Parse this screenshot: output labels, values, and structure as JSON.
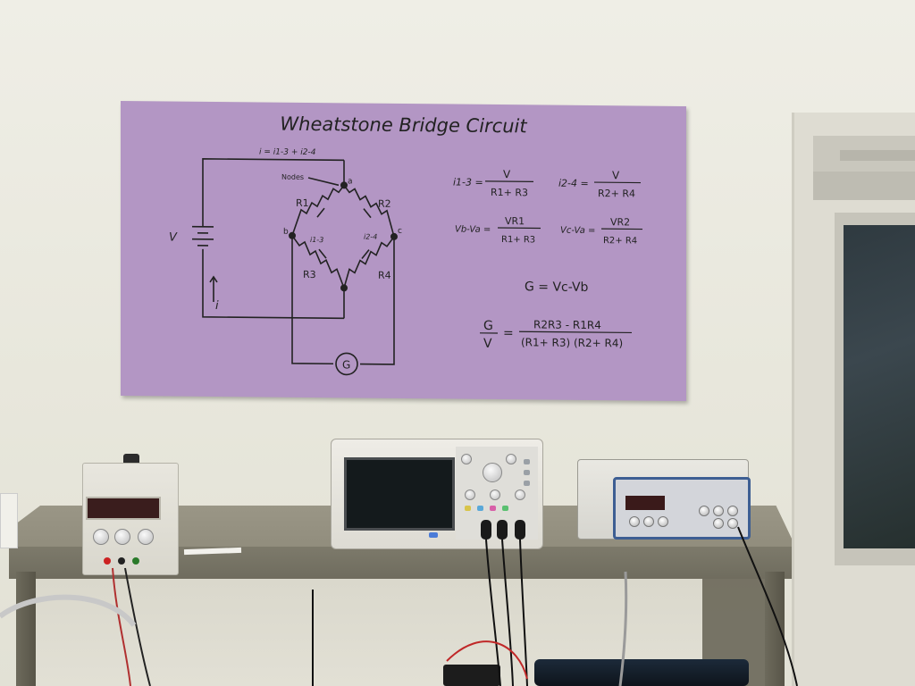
{
  "poster": {
    "title": "Wheatstone Bridge Circuit",
    "current_eq": "i = i1-3 + i2-4",
    "nodes_label": "Nodes",
    "node_a": "a",
    "node_b": "b",
    "node_c": "c",
    "source_label": "V",
    "current_label": "i",
    "galvanometer_label": "G",
    "resistors": [
      "R1",
      "R2",
      "R3",
      "R4"
    ],
    "branch_currents": [
      "i1-3",
      "i2-4"
    ],
    "eq_i13_lhs": "i1-3 =",
    "eq_i13_num": "V",
    "eq_i13_den": "R1+ R3",
    "eq_i24_lhs": "i2-4 =",
    "eq_i24_num": "V",
    "eq_i24_den": "R2+ R4",
    "eq_vb_lhs": "Vb-Va =",
    "eq_vb_num": "VR1",
    "eq_vb_den": "R1+ R3",
    "eq_vc_lhs": "Vc-Va =",
    "eq_vc_num": "VR2",
    "eq_vc_den": "R2+ R4",
    "eq_g": "G = Vc-Vb",
    "eq_gv_lhs_num": "G",
    "eq_gv_lhs_den": "V",
    "eq_gv_num": "R2R3  -  R1R4",
    "eq_gv_den": "(R1+ R3) (R2+ R4)"
  },
  "instruments": {
    "psu_display_left": "",
    "psu_display_right": "",
    "fgen_display": ""
  },
  "colors": {
    "poster_bg": "#b396c4",
    "wall": "#ecebe2",
    "shelf": "#8a8676",
    "fgen_trim": "#3d5e93"
  }
}
